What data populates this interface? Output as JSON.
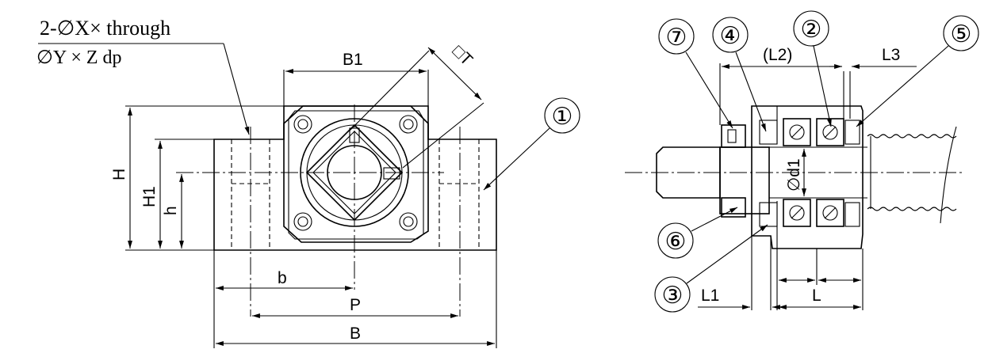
{
  "note": {
    "line1": "2-∅X× through",
    "line2": "∅Y  ×  Z dp"
  },
  "front_view": {
    "dim_B1": "B1",
    "dim_T": "□T",
    "dim_H": "H",
    "dim_H1": "H1",
    "dim_h": "h",
    "dim_b": "b",
    "dim_P": "P",
    "dim_B": "B",
    "callout_1": "①"
  },
  "side_view": {
    "callout_7": "⑦",
    "callout_4": "④",
    "callout_2": "②",
    "callout_5": "⑤",
    "callout_6": "⑥",
    "callout_3": "③",
    "dim_L2": "(L2)",
    "dim_L3": "L3",
    "dim_d1": "∅d1",
    "dim_L1": "L1",
    "dim_L": "L"
  }
}
